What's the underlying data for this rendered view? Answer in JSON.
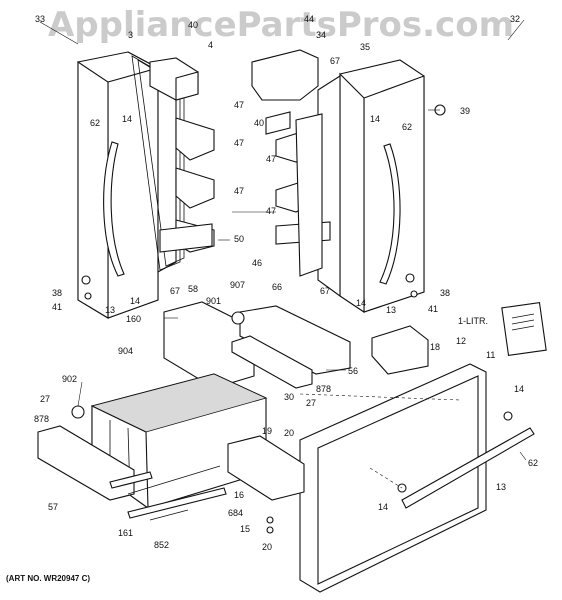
{
  "watermark": "AppliancePartsPros.com",
  "art_number": "(ART NO. WR20947 C)",
  "callouts": {
    "c33": "33",
    "c3": "3",
    "c40a": "40",
    "c4": "4",
    "c44": "44",
    "c34": "34",
    "c32": "32",
    "c35": "35",
    "c67a": "67",
    "c39": "39",
    "c62a": "62",
    "c14a": "14",
    "c47a": "47",
    "c40b": "40",
    "c47b": "47",
    "c14b": "14",
    "c62b": "62",
    "c47c": "47",
    "c47d": "47",
    "c47e": "47",
    "c50": "50",
    "c46": "46",
    "c38a": "38",
    "c41a": "41",
    "c13a": "13",
    "c14c": "14",
    "c67b": "67",
    "c58": "58",
    "c907": "907",
    "c66": "66",
    "c67c": "67",
    "c14d": "14",
    "c13b": "13",
    "c41b": "41",
    "c38b": "38",
    "c160": "160",
    "c901": "901",
    "c1litr": "1-LITR.",
    "c904": "904",
    "c902": "902",
    "c878a": "878",
    "c56": "56",
    "c18": "18",
    "c12": "12",
    "c11": "11",
    "c27a": "27",
    "c30": "30",
    "c27b": "27",
    "c878b": "878",
    "c14e": "14",
    "c19": "19",
    "c20a": "20",
    "c62c": "62",
    "c57": "57",
    "c16": "16",
    "c684": "684",
    "c15": "15",
    "c13c": "13",
    "c14f": "14",
    "c161": "161",
    "c852": "852",
    "c20b": "20"
  }
}
